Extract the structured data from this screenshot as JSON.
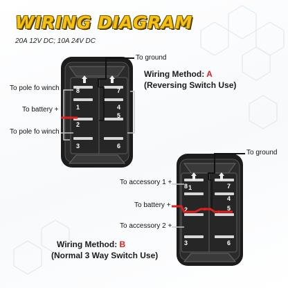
{
  "header": {
    "title": "WIRING DIAGRAM",
    "subtitle": "20A 12V DC; 10A 24V DC"
  },
  "switch_a": {
    "pins_left": [
      "8",
      "1",
      "2",
      "3"
    ],
    "pins_right": [
      "7",
      "4",
      "5",
      "6"
    ],
    "labels": {
      "ground": "To ground",
      "pole_top": "To pole fo winch",
      "battery": "To battery +",
      "pole_bottom": "To pole fo winch"
    },
    "method_prefix": "Wiring Method: ",
    "method_code": "A",
    "usage": "(Reversing Switch Use)"
  },
  "switch_b": {
    "pins_left": [
      "8",
      "2",
      "3"
    ],
    "pins_right": [
      "7",
      "4",
      "5",
      "6"
    ],
    "extra_pin": "1",
    "labels": {
      "ground": "To ground",
      "accessory_1": "To accessory 1 +",
      "battery": "To battery +",
      "accessory_2": "To accessory 2 +"
    },
    "method_prefix": "Wiring Method: ",
    "method_code": "B",
    "usage": "(Normal 3 Way Switch Use)"
  },
  "colors": {
    "title": "#f6c211",
    "wire_ground": "#111111",
    "wire_battery": "#e02020",
    "wire_jumper": "#c8c8c8",
    "switch_body": "#1c1c1c",
    "method_code": "#e02020"
  }
}
